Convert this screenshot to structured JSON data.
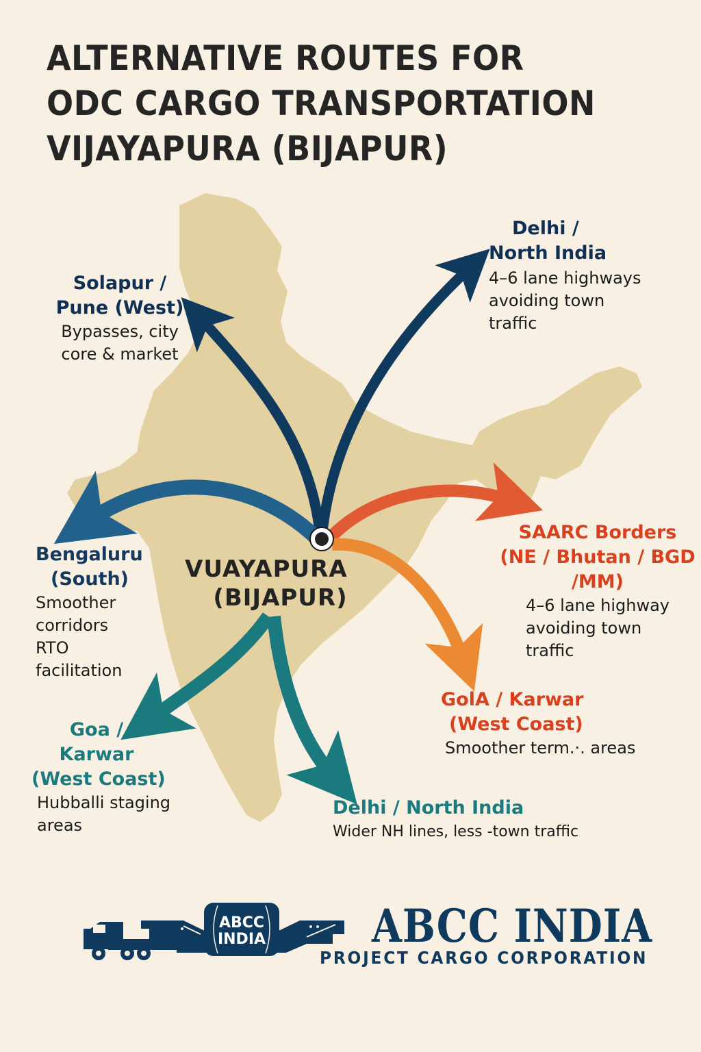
{
  "title": {
    "line1": "ALTERNATIVE ROUTES FOR",
    "line2": "ODC CARGO TRANSPORTATION",
    "line3": "VIJAYAPURA (BIJAPUR)"
  },
  "hub": {
    "name_line1": "VUAYAPURA",
    "name_line2": "(BIJAPUR)",
    "marker_icon": "location-ring-icon"
  },
  "colors": {
    "background": "#f8f0e2",
    "map_fill": "#e4d1a2",
    "navy": "#0f3a5e",
    "blue": "#22618c",
    "red_orange": "#e05a34",
    "orange": "#ec8a33",
    "teal": "#1a7a7d",
    "red_text": "#d9401e"
  },
  "routes": [
    {
      "id": "solapur-pune",
      "title_line1": "Solapur /",
      "title_line2": "Pune (West)",
      "desc_line1": "Bypasses, city",
      "desc_line2": "core & market",
      "color": "#0f3a5e"
    },
    {
      "id": "delhi-north-top",
      "title_line1": "Delhi /",
      "title_line2": "North India",
      "desc_line1": "4–6 lane highways",
      "desc_line2": "avoiding town",
      "desc_line3": "traffic",
      "color": "#0f3a5e"
    },
    {
      "id": "bengaluru-south",
      "title_line1": "Bengaluru",
      "title_line2": "(South)",
      "desc_line1": "Smoother",
      "desc_line2": "corridors",
      "desc_line3": "RTO",
      "desc_line4": "facilitation",
      "color": "#22618c"
    },
    {
      "id": "saarc-borders",
      "title_line1": "SAARC Borders",
      "title_line2": "(NE / Bhutan / BGD",
      "title_line3": "/MM)",
      "desc_line1": "4–6 lane highway",
      "desc_line2": "avoiding town",
      "desc_line3": "traffic",
      "color": "#e05a34"
    },
    {
      "id": "gola-karwar",
      "title_line1": "GolA / Karwar",
      "title_line2": "(West Coast)",
      "desc_line1": "Smoother term.·. areas",
      "color": "#ec8a33"
    },
    {
      "id": "goa-karwar",
      "title_line1": "Goa /",
      "title_line2": "Karwar",
      "title_line3": "(West Coast)",
      "desc_line1": "Hubballi staging",
      "desc_line2": "areas",
      "color": "#1a7a7d"
    },
    {
      "id": "delhi-north-bottom",
      "title_line1": "Delhi / North India",
      "desc_line1": "Wider NH lines,  less -town traffic",
      "color": "#1a7a7d"
    }
  ],
  "brand": {
    "logo_icon": "heavy-haul-truck-icon",
    "cargo_label_line1": "ABCC",
    "cargo_label_line2": "INDIA",
    "name": "ABCC INDIA",
    "tagline": "PROJECT CARGO CORPORATION"
  }
}
